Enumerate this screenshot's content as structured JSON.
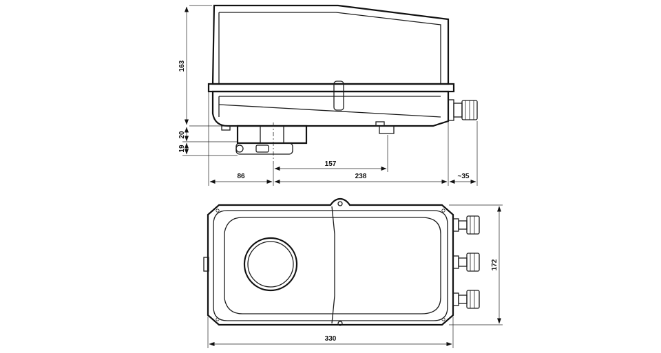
{
  "drawing": {
    "type": "dimensioned technical drawing",
    "views": [
      "side-view",
      "top-view"
    ]
  },
  "dimensions": {
    "height_163": "163",
    "height_20": "20",
    "height_19": "19",
    "len_157": "157",
    "len_86": "86",
    "len_238": "238",
    "len_35": "~35",
    "width_172": "172",
    "len_330": "330"
  }
}
